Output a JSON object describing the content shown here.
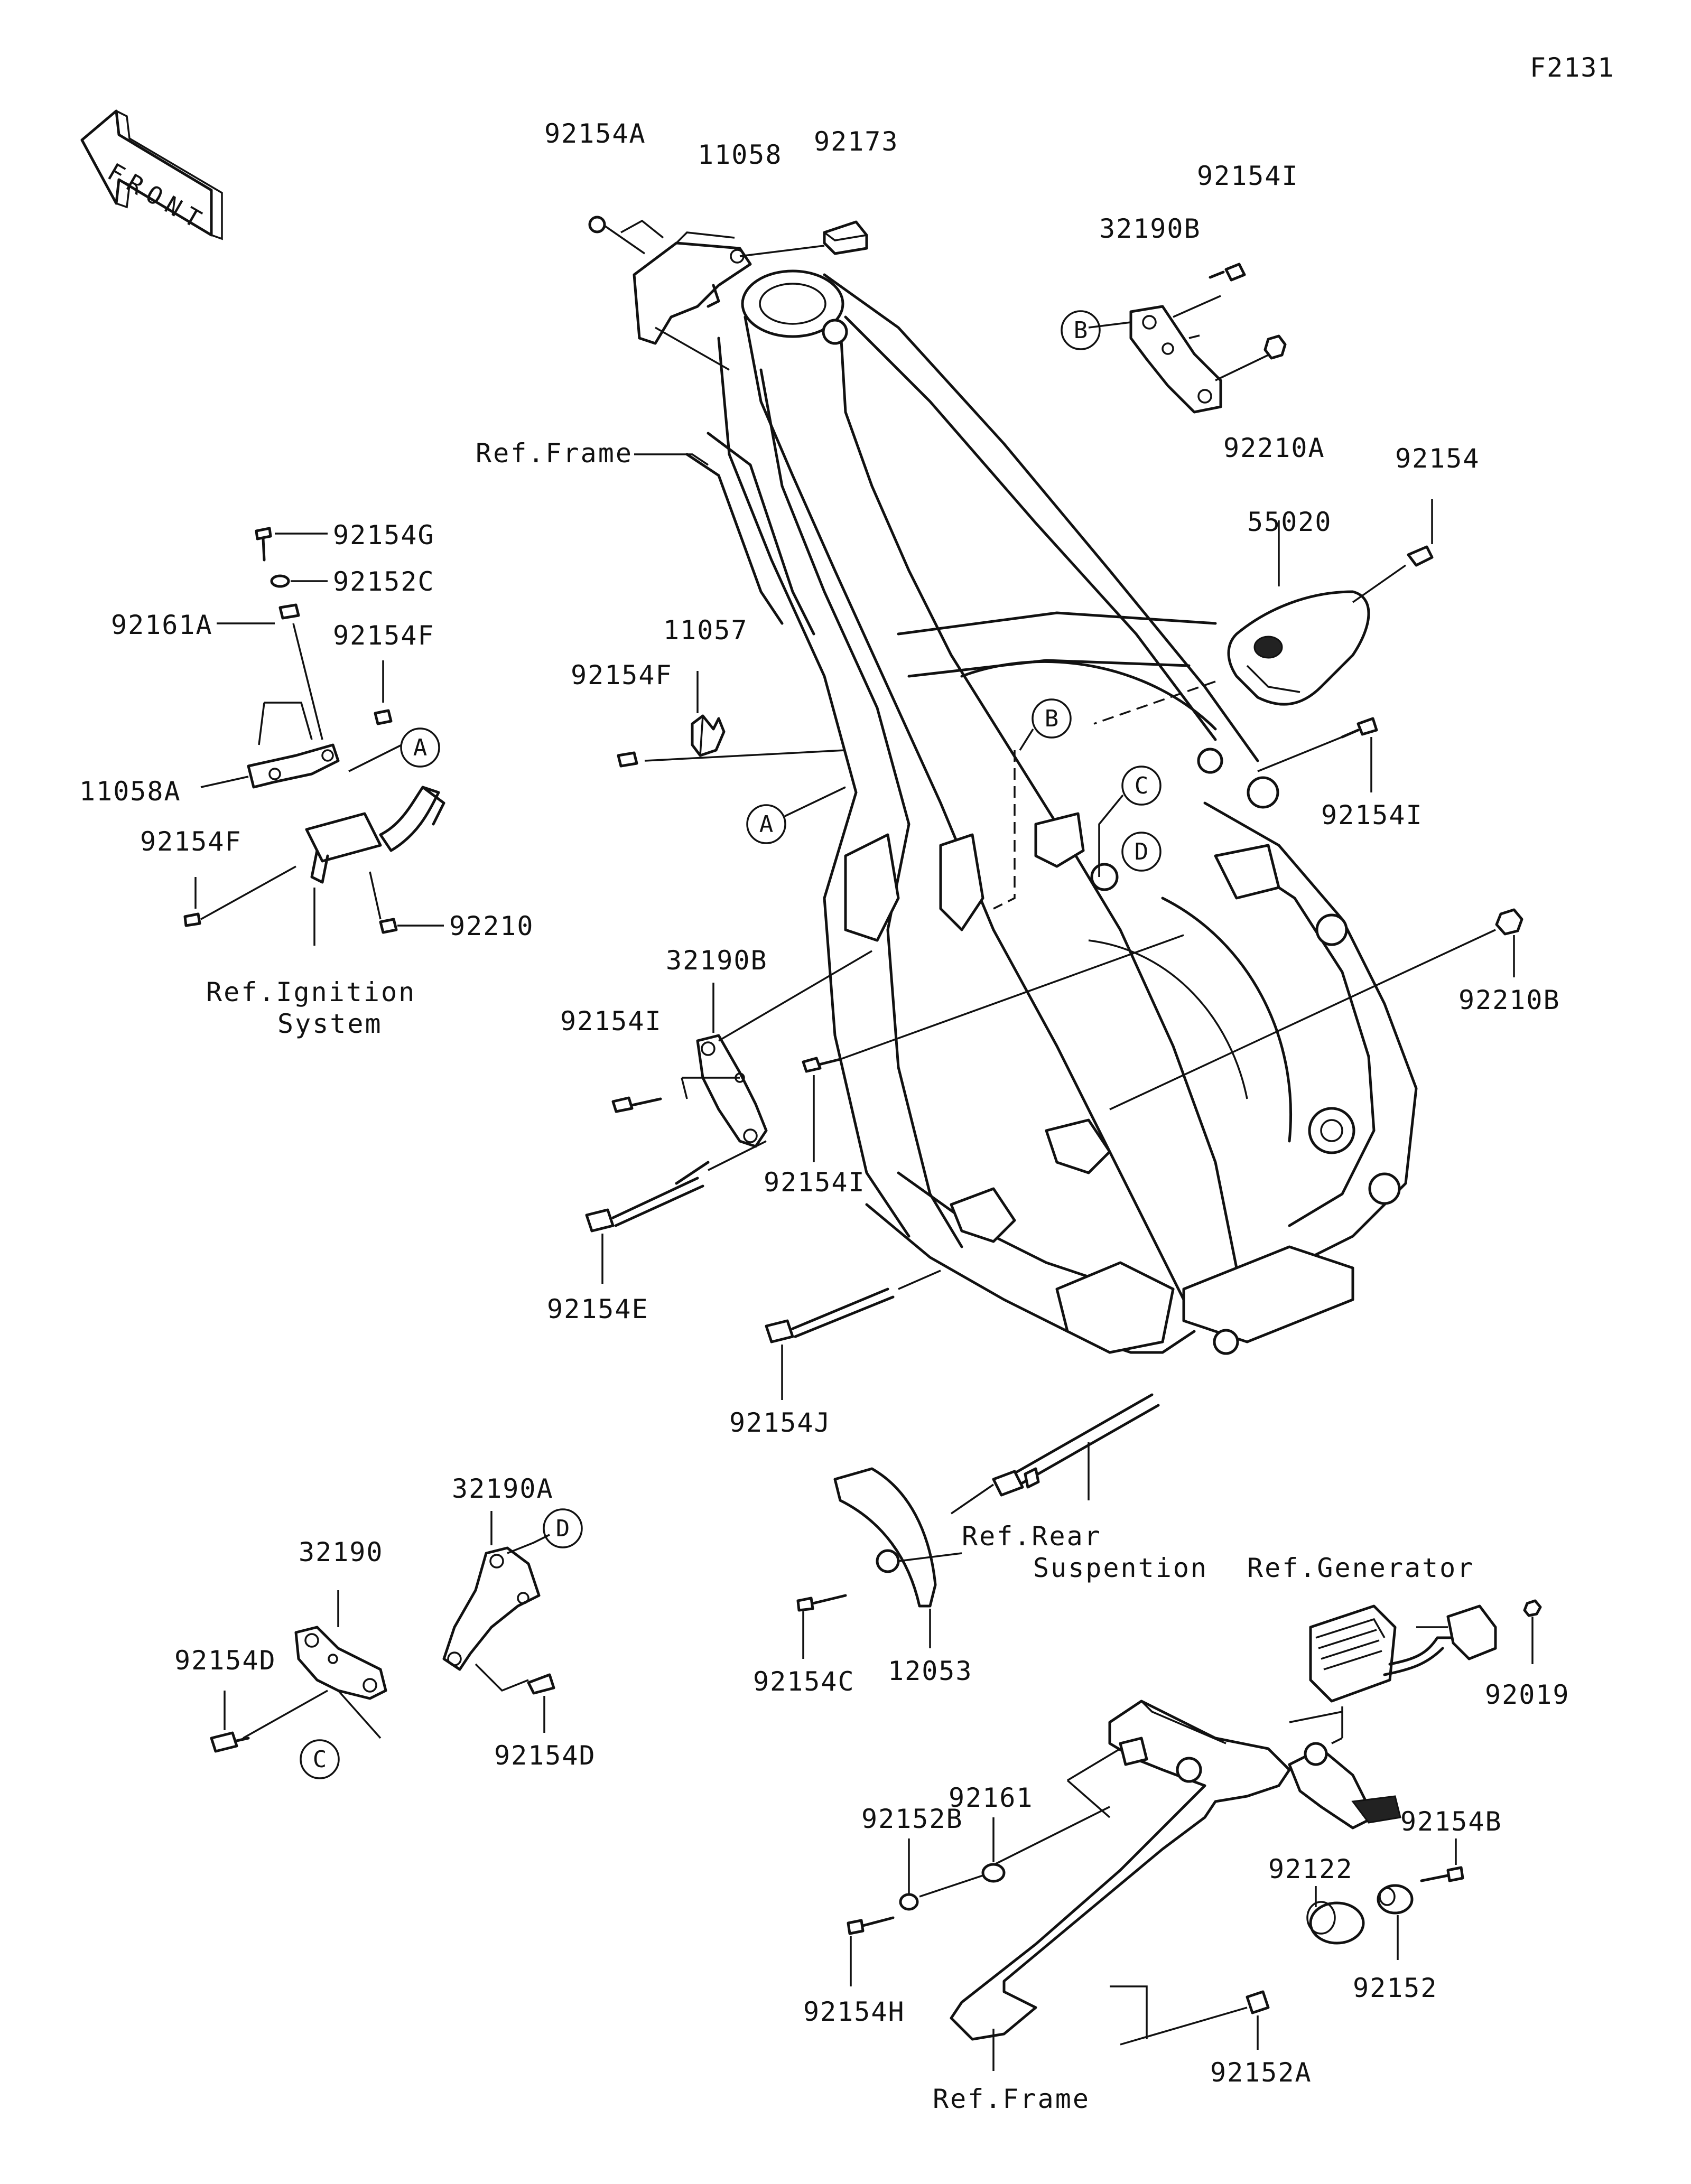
{
  "diagram_code": "F2131",
  "front_label": "FRONT",
  "parts": {
    "p92154A": "92154A",
    "p11058": "11058",
    "p92173": "92173",
    "p92154I_top": "92154I",
    "p32190B_top": "32190B",
    "p92210A": "92210A",
    "p92154_top": "92154",
    "p55020": "55020",
    "p92154G": "92154G",
    "p92152C": "92152C",
    "p92161A": "92161A",
    "p92154F_left": "92154F",
    "p11058A": "11058A",
    "p92154F_left2": "92154F",
    "p92210": "92210",
    "p11057": "11057",
    "p92154F_mid": "92154F",
    "p92154I_right": "92154I",
    "p92210B": "92210B",
    "p32190B_mid": "32190B",
    "p92154I_mid": "92154I",
    "p92154I_mid2": "92154I",
    "p92154E": "92154E",
    "p92154J": "92154J",
    "p32190A": "32190A",
    "p32190": "32190",
    "p92154D_left": "92154D",
    "p92154D_right": "92154D",
    "p12053": "12053",
    "p92154C": "92154C",
    "p92019": "92019",
    "p92161": "92161",
    "p92152B": "92152B",
    "p92154B": "92154B",
    "p92122": "92122",
    "p92152": "92152",
    "p92154H": "92154H",
    "p92152A": "92152A"
  },
  "refs": {
    "frame_top": "Ref.Frame",
    "ignition_1": "Ref.Ignition",
    "ignition_2": "System",
    "rear_susp_1": "Ref.Rear",
    "rear_susp_2": "Suspention",
    "generator": "Ref.Generator",
    "frame_bottom": "Ref.Frame"
  },
  "callouts": {
    "A": "A",
    "B": "B",
    "C": "C",
    "D": "D"
  }
}
